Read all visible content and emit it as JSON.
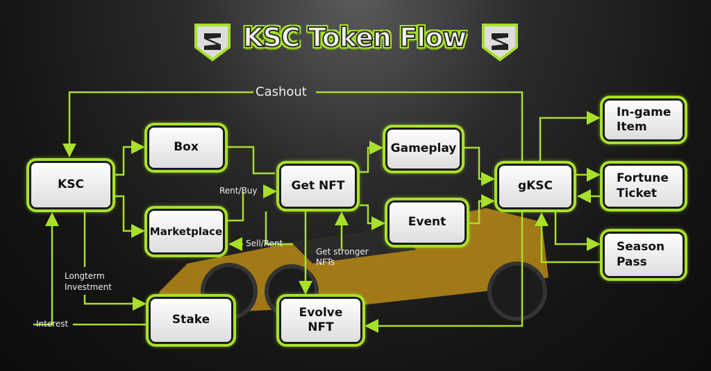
{
  "title": "KSC Token Flow",
  "colors": {
    "accent": "#a8e02a",
    "background": "#151515",
    "node_fill": "#eeeeee",
    "car": "#d9a21b"
  },
  "nodes": {
    "ksc": "KSC",
    "box": "Box",
    "marketplace": "Marketplace",
    "get_nft": "Get NFT",
    "gameplay": "Gameplay",
    "event": "Event",
    "gksc": "gKSC",
    "in_game_item": "In-game Item",
    "fortune_ticket": "Fortune Ticket",
    "season_pass": "Season Pass",
    "stake": "Stake",
    "evolve_nft": "Evolve NFT"
  },
  "edge_labels": {
    "cashout": "Cashout",
    "rent_buy": "Rent/Buy",
    "sell_rent": "Sell/Rent",
    "get_stronger": "Get stronger NFTs",
    "longterm": "Longterm Investment",
    "interest": "Interest"
  }
}
